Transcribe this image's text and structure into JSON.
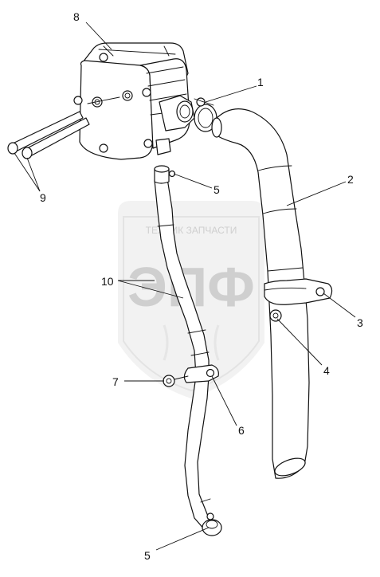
{
  "diagram": {
    "callouts": [
      "1",
      "2",
      "3",
      "4",
      "5",
      "5",
      "6",
      "7",
      "8",
      "9",
      "10"
    ]
  },
  "watermark": {
    "top_text": "ТЕХНИК ЗАПЧАСТИ",
    "big_text": "ЭПФ"
  },
  "colors": {
    "line": "#111111",
    "watermark": "#d9d9d9"
  }
}
